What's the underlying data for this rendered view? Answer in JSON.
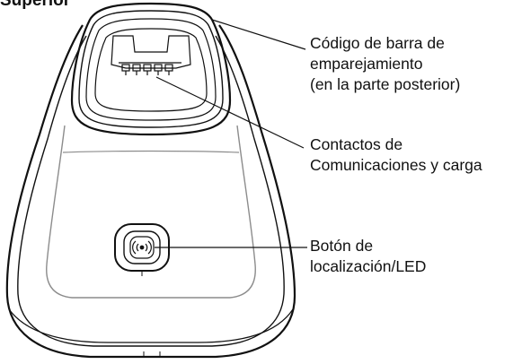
{
  "heading": "Superior",
  "callouts": [
    {
      "lines": [
        "Código de barra de",
        "emparejamiento",
        "(en la parte posterior)"
      ]
    },
    {
      "lines": [
        "Contactos de",
        "Comunicaciones y carga"
      ]
    },
    {
      "lines": [
        "Botón de",
        "localización/LED"
      ]
    }
  ],
  "icons": {
    "locate_button_symbol": "radio-waves-icon"
  },
  "colors": {
    "outline": "#111111",
    "inner_outline": "#8c8c8c",
    "background": "#ffffff"
  }
}
